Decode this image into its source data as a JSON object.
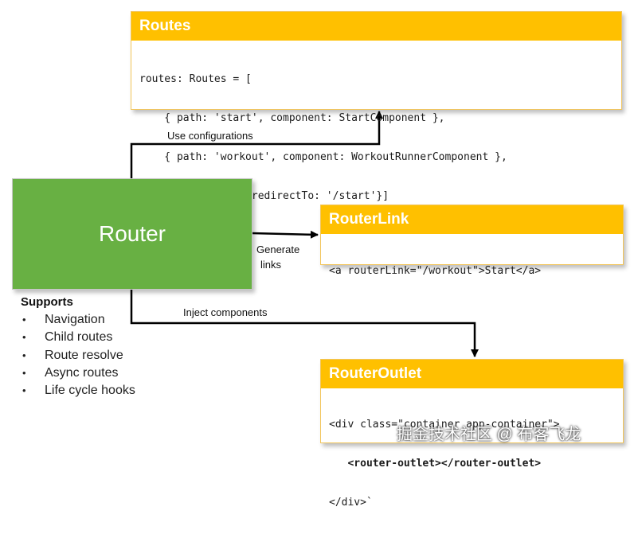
{
  "routes_box": {
    "title": "Routes",
    "lines": [
      "routes: Routes = [",
      "    { path: 'start', component: StartComponent },",
      "    { path: 'workout', component: WorkoutRunnerComponent },",
      "    { path: '**', redirectTo: '/start'}]"
    ]
  },
  "router_box": {
    "label": "Router"
  },
  "routerlink_box": {
    "title": "RouterLink",
    "lines": [
      "<a routerLink=\"/workout\">Start</a>"
    ]
  },
  "routeroutlet_box": {
    "title": "RouterOutlet",
    "lines": [
      "<div class=\"container app-container\">",
      "   <router-outlet></router-outlet>",
      "</div>`"
    ]
  },
  "edges": {
    "use_configurations": "Use configurations",
    "generate_links_line1": "Generate",
    "generate_links_line2": "links",
    "inject_components": "Inject components"
  },
  "supports": {
    "title": "Supports",
    "bullet": "•",
    "items": [
      "Navigation",
      "Child routes",
      "Route resolve",
      "Async routes",
      "Life cycle hooks"
    ]
  },
  "watermark": "掘金技术社区 @ 布客飞龙",
  "colors": {
    "header": "#ffc000",
    "router": "#68b043",
    "arrow": "#000000"
  }
}
